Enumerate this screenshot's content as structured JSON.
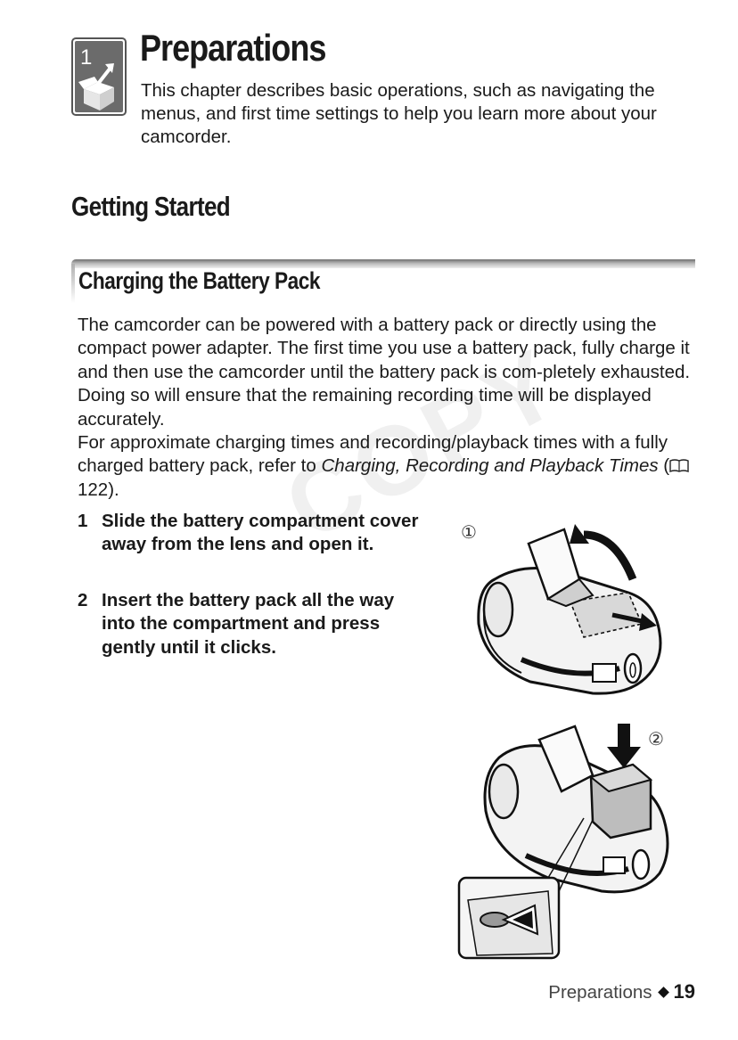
{
  "chapter": {
    "number": "1",
    "title": "Preparations",
    "description": "This chapter describes basic operations, such as navigating the menus, and first time settings to help you learn more about your camcorder."
  },
  "section": {
    "title": "Getting Started"
  },
  "subsection": {
    "title": "Charging the Battery Pack"
  },
  "body": {
    "paragraph_1": "The camcorder can be powered with a battery pack or directly using the compact power adapter. The first time you use a battery pack, fully charge it and then use the camcorder until the battery pack is com-pletely exhausted. Doing so will ensure that the remaining recording time will be displayed accurately.",
    "paragraph_2_prefix": "For approximate charging times and recording/playback times with a fully charged battery pack, refer to ",
    "paragraph_2_ref": "Charging, Recording and Playback Times",
    "paragraph_2_open": " (",
    "paragraph_2_page": " 122).",
    "ref_icon": "book-icon"
  },
  "steps": [
    {
      "number": "1",
      "text": "Slide the battery compartment cover away from the lens and open it."
    },
    {
      "number": "2",
      "text": "Insert the battery pack all the way into the compartment and press gently until it clicks."
    }
  ],
  "illustrations": {
    "callout_1": "①",
    "callout_2": "②"
  },
  "watermark": "COPY",
  "footer": {
    "section": "Preparations",
    "separator_icon": "diamond-icon",
    "page": "19"
  },
  "colors": {
    "icon_bg": "#6b6b6b",
    "text": "#1a1a1a",
    "bar": "#8a8a8a"
  }
}
